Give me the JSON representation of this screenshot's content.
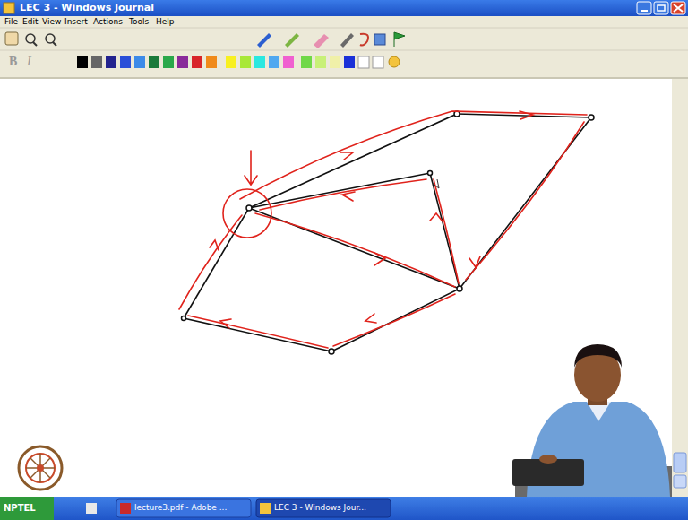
{
  "diagram": {
    "labels": [
      "LEC 3 - Windows Journal",
      "File",
      "Edit",
      "View",
      "Insert",
      "Actions",
      "Tools",
      "Help",
      "B",
      "I",
      "NPTEL",
      "lecture3.pdf - Adobe ...",
      "LEC 3 - Windows Jour..."
    ]
  }
}
